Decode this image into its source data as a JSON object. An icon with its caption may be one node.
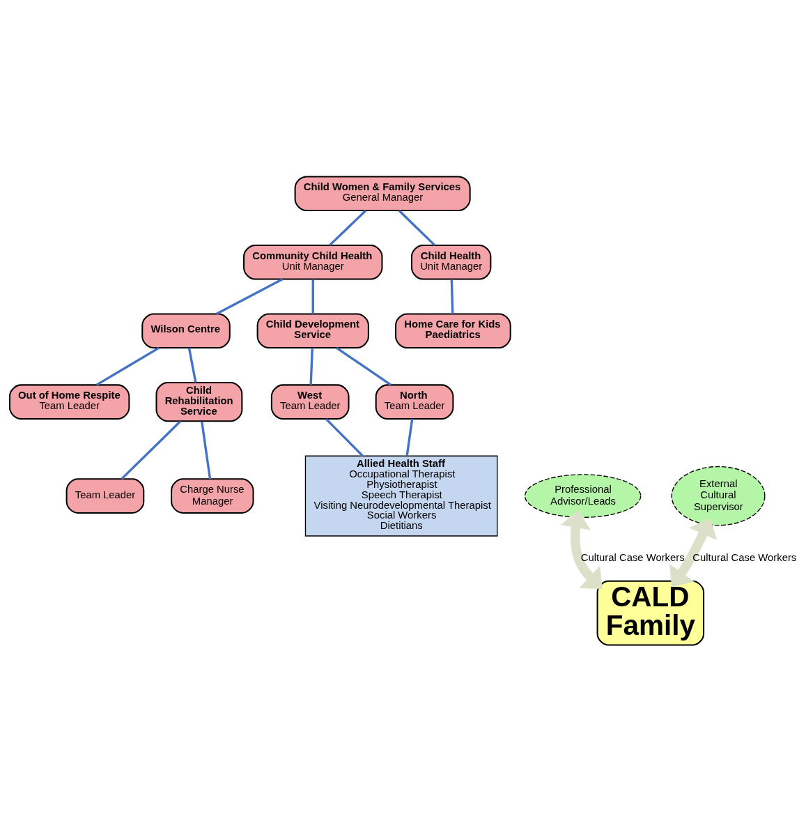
{
  "diagram": {
    "nodes": [
      {
        "text": [
          "Child Women & Family Services",
          "General Manager"
        ]
      },
      {
        "text": [
          "Community Child Health",
          "Unit Manager"
        ]
      },
      {
        "text": [
          "Child Health",
          "Unit Manager"
        ]
      },
      {
        "text": [
          "Wilson Centre"
        ]
      },
      {
        "text": [
          "Child Development Service"
        ]
      },
      {
        "text": [
          "Home Care for Kids Paediatrics"
        ]
      },
      {
        "text": [
          "Out of Home Respite",
          "Team Leader"
        ]
      },
      {
        "text": [
          "Child Rehabilitation Service"
        ]
      },
      {
        "text": [
          "West",
          "Team Leader"
        ]
      },
      {
        "text": [
          "North",
          "Team Leader"
        ]
      },
      {
        "text": [
          "Team Leader"
        ]
      },
      {
        "text": [
          "Charge Nurse Manager"
        ]
      },
      {
        "text": [
          "Professional Advisor/Leads"
        ]
      },
      {
        "text": [
          "Allied Health Staff",
          "Occupational Therapist",
          "Physiotherapist",
          "Speech Therapist",
          "Visiting Neurodevelopmental Therapist",
          "Social Workers",
          "Dietitians"
        ]
      },
      {
        "text": [
          "External Cultural Supervisor"
        ]
      },
      {
        "text": [
          "CALD Family"
        ]
      }
    ],
    "edges": [
      {
        "from": 0,
        "to": 1,
        "arrow": "none"
      },
      {
        "from": 0,
        "to": 2,
        "arrow": "none"
      },
      {
        "from": 1,
        "to": 3,
        "arrow": "none"
      },
      {
        "from": 1,
        "to": 4,
        "arrow": "none"
      },
      {
        "from": 2,
        "to": 5,
        "arrow": "none"
      },
      {
        "from": 3,
        "to": 6,
        "arrow": "none"
      },
      {
        "from": 3,
        "to": 7,
        "arrow": "none"
      },
      {
        "from": 4,
        "to": 8,
        "arrow": "none"
      },
      {
        "from": 4,
        "to": 9,
        "arrow": "none"
      },
      {
        "from": 7,
        "to": 10,
        "arrow": "none"
      },
      {
        "from": 7,
        "to": 11,
        "arrow": "none"
      },
      {
        "from": 8,
        "to": 13,
        "arrow": "none"
      },
      {
        "from": 9,
        "to": 13,
        "arrow": "none"
      },
      {
        "from": 12,
        "to": 15,
        "arrow": "both",
        "label": "Cultural Case Workers",
        "style": "thick",
        "color": "#dde0c8"
      },
      {
        "from": 14,
        "to": 15,
        "arrow": "both",
        "label": "Cultural Case Workers",
        "style": "thick",
        "color": "#dde0c8"
      }
    ]
  }
}
